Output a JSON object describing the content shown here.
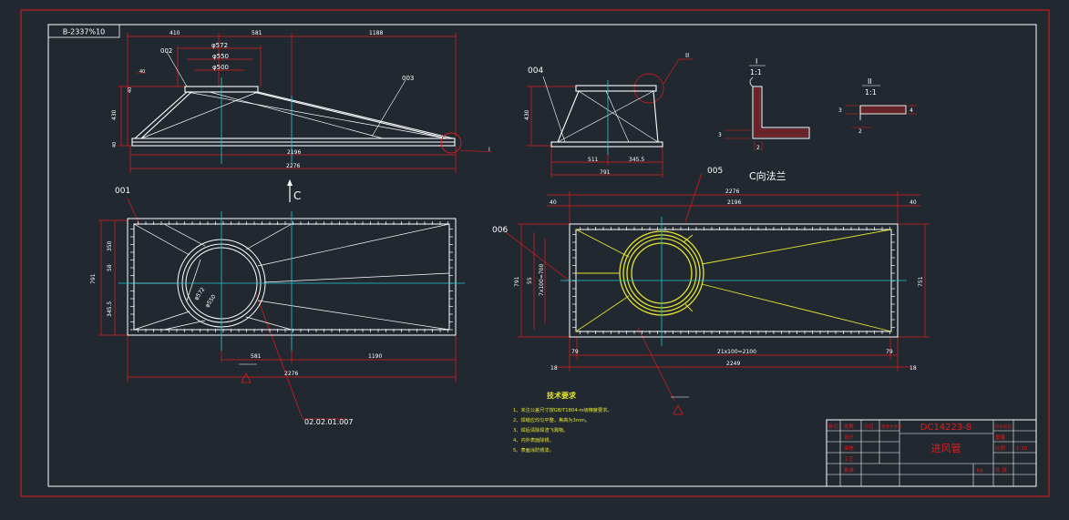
{
  "colors": {
    "background": "#212830",
    "border": "#e11c1c",
    "outline": "#ffffff",
    "dimension": "#e11c1c",
    "centerline": "#20c8d8",
    "highlight": "#e6e62c",
    "text": "#ffffff",
    "title_text": "#e11c1c"
  },
  "corner_label": "B-2337%10",
  "top_view": {
    "callout_002": "002",
    "callout_003": "003",
    "dim_phi572": "φ572",
    "dim_phi550": "φ550",
    "dim_phi500": "φ500",
    "dim_left": "410",
    "dim_mid": "581",
    "dim_right": "1188",
    "dim_height": "430",
    "dim_inner": "2196",
    "dim_total": "2276",
    "dim_small1": "40",
    "dim_small2": "40",
    "dim_small3": "40",
    "detail_mark": "I"
  },
  "side_view": {
    "callout_004": "004",
    "detail_II": "II",
    "dim_height": "430",
    "dim_a": "511",
    "dim_b": "345.5",
    "dim_total": "791"
  },
  "detail_I": {
    "title": "I",
    "scale": "1:1",
    "dim_left": "3",
    "dim_bottom": "2"
  },
  "detail_II_view": {
    "title": "II",
    "scale": "1:1",
    "dim_left": "3",
    "dim_right": "4",
    "dim_bottom": "2"
  },
  "section_C": {
    "arrow_label": "C",
    "callout_005": "005",
    "title": "C向法兰"
  },
  "plan_view": {
    "callout_001": "001",
    "dim_height": "791",
    "dim_a": "58",
    "dim_b": "345.5",
    "dim_c": "350",
    "dim_phi572": "φ572",
    "dim_phi550": "φ550",
    "dim_mid": "581",
    "dim_right": "1190",
    "dim_total": "2276",
    "part_no": "02.02.01.007",
    "roughness": "▽"
  },
  "flange_view": {
    "callout_006": "006",
    "dim_left": "40",
    "dim_right": "40",
    "dim_inner": "2196",
    "dim_total": "2276",
    "dim_h1": "751",
    "dim_h2": "791",
    "dim_h3": "7x100=700",
    "dim_h4": "55",
    "dim_bottom_left": "79",
    "dim_bottom_right": "79",
    "dim_bottom_mid": "21x100=2100",
    "dim_bottom_total": "2249",
    "dim_edge_left": "18",
    "dim_edge_right": "18"
  },
  "tech_req": {
    "title": "技术要求",
    "items": [
      "1、未注公差尺寸按GB/T1804-m级精度要求。",
      "2、焊缝应均匀平整，焦高为3mm。",
      "3、焊后清除焊渣飞溅物。",
      "4、内外表面除锈。",
      "5、表面涂防锈漆。"
    ]
  },
  "title_block": {
    "drawing_no": "DC14223-8",
    "name": "进风管",
    "col_a": "标记",
    "col_b": "处数",
    "col_c": "分区",
    "col_d": "更改文件号",
    "sign_a": "设计",
    "sign_b": "审核",
    "sign_c": "工艺",
    "sign_d": "批准",
    "stage": "阶段标记",
    "weight": "重量",
    "scale": "比例",
    "scale_val": "1:10",
    "sheet": "共 张",
    "unit": "kg"
  }
}
